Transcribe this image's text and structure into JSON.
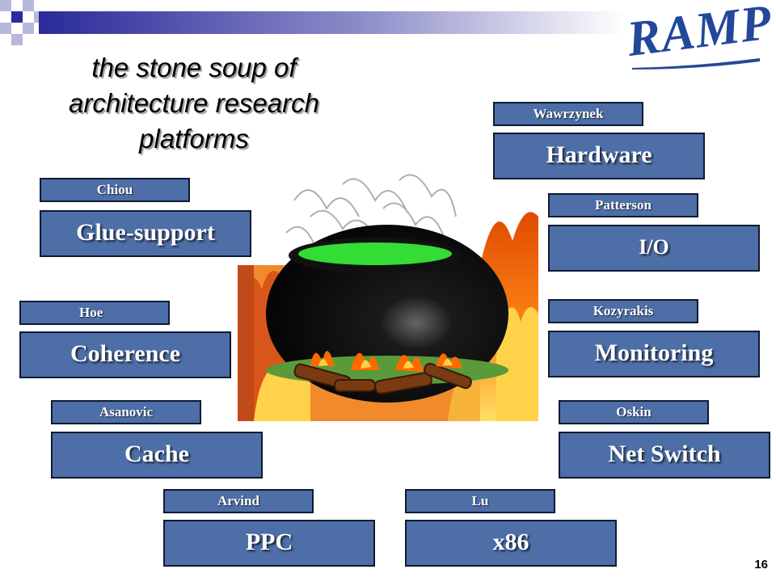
{
  "slide": {
    "title": "the stone soup of architecture research platforms",
    "logo_text": "RAMP",
    "slide_number": "16"
  },
  "components": [
    {
      "person": "Wawrzynek",
      "area": "Hardware"
    },
    {
      "person": "Chiou",
      "area": "Glue-support"
    },
    {
      "person": "Patterson",
      "area": "I/O"
    },
    {
      "person": "Hoe",
      "area": "Coherence"
    },
    {
      "person": "Kozyrakis",
      "area": "Monitoring"
    },
    {
      "person": "Asanovic",
      "area": "Cache"
    },
    {
      "person": "Oskin",
      "area": "Net Switch"
    },
    {
      "person": "Arvind",
      "area": "PPC"
    },
    {
      "person": "Lu",
      "area": "x86"
    }
  ],
  "colors": {
    "box_fill": "#4d6ea6",
    "box_border": "#0e1a33",
    "logo": "#23489a",
    "soup": "#33dd33"
  },
  "icons": [
    "cauldron-illustration",
    "fire-illustration",
    "corner-squares-decoration"
  ]
}
